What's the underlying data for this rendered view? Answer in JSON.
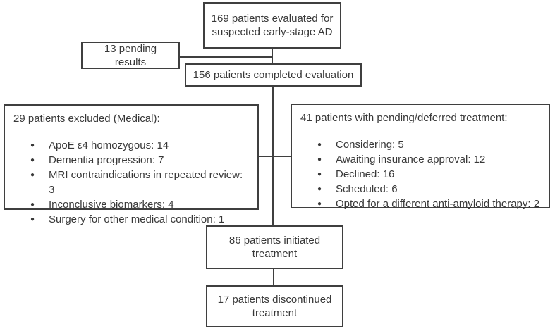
{
  "colors": {
    "border": "#3f3f3f",
    "line": "#3f3f3f",
    "text": "#383838",
    "background": "#ffffff"
  },
  "nodes": {
    "evaluated": {
      "text": "169 patients evaluated for\nsuspected early-stage AD"
    },
    "pending_results": {
      "text": "13 pending\nresults"
    },
    "completed": {
      "text": "156 patients completed evaluation"
    },
    "excluded": {
      "title": "29 patients excluded (Medical):",
      "items": [
        "ApoE ε4 homozygous: 14",
        "Dementia progression: 7",
        "MRI contraindications in repeated review: 3",
        "Inconclusive biomarkers: 4",
        "Surgery for other medical condition: 1"
      ]
    },
    "deferred": {
      "title": "41 patients with pending/deferred treatment:",
      "items": [
        "Considering: 5",
        "Awaiting insurance approval: 12",
        "Declined: 16",
        "Scheduled: 6",
        "Opted for a different anti-amyloid therapy: 2"
      ]
    },
    "initiated": {
      "text": "86 patients initiated\ntreatment"
    },
    "discontinued": {
      "text": "17 patients discontinued\ntreatment"
    }
  }
}
